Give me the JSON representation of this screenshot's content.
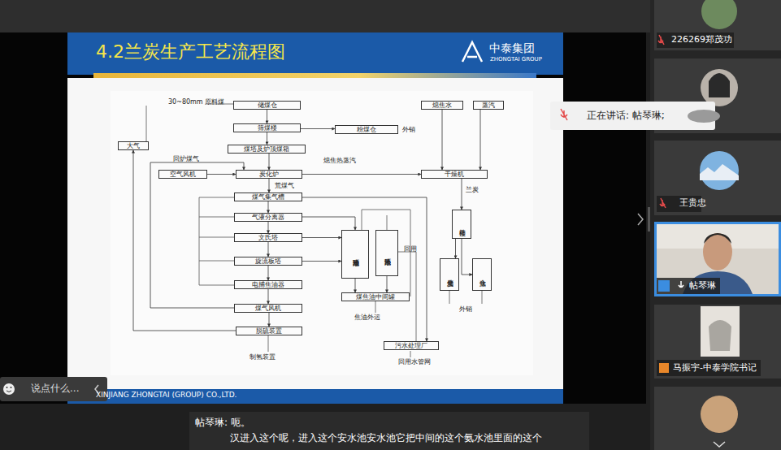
{
  "diagram": {
    "title": "4.2兰炭生产工艺流程图",
    "nodes": [
      {
        "text": [
          "储煤仓"
        ]
      },
      {
        "text": [
          "筛煤楼"
        ]
      },
      {
        "text": [
          "粉煤仓"
        ]
      },
      {
        "text": [
          "煤塔及炉顶煤箱"
        ]
      },
      {
        "text": [
          "大气"
        ]
      },
      {
        "text": [
          "熄焦水"
        ]
      },
      {
        "text": [
          "蒸汽"
        ]
      },
      {
        "text": [
          "空气风机"
        ]
      },
      {
        "text": [
          "炭化炉"
        ]
      },
      {
        "text": [
          "干燥机"
        ]
      },
      {
        "text": [
          "煤气集气槽"
        ]
      },
      {
        "text": [
          "气液分离器"
        ]
      },
      {
        "text": [
          "文氏塔"
        ]
      },
      {
        "text": [
          "冷却循环水池"
        ]
      },
      {
        "text": [
          "热循环水池"
        ]
      },
      {
        "text": [
          "筛焦楼"
        ]
      },
      {
        "text": [
          "旋流板塔"
        ]
      },
      {
        "text": [
          "电捕焦油器"
        ]
      },
      {
        "text": [
          "煤焦油中间罐"
        ]
      },
      {
        "text": [
          "兰炭储仓"
        ]
      },
      {
        "text": [
          "沫焦仓"
        ]
      },
      {
        "text": [
          "煤气风机"
        ]
      },
      {
        "text": [
          "脱硫装置"
        ]
      },
      {
        "text": [
          "污水处理厂"
        ]
      }
    ],
    "edges": [
      {
        "from": 0,
        "to": 1,
        "arrow": "to"
      },
      {
        "from": 1,
        "to": 2,
        "arrow": "to"
      },
      {
        "from": 1,
        "to": 3,
        "arrow": "to"
      },
      {
        "from": 3,
        "to": 8,
        "arrow": "to"
      },
      {
        "from": 7,
        "to": 8,
        "arrow": "to"
      },
      {
        "from": 8,
        "to": 9,
        "label": "熄焦热蒸汽",
        "arrow": "to"
      },
      {
        "from": 5,
        "to": 9,
        "arrow": "to"
      },
      {
        "from": 6,
        "to": 9,
        "arrow": "to"
      },
      {
        "from": 8,
        "to": 10,
        "label": "荒煤气",
        "arrow": "to"
      },
      {
        "from": 9,
        "to": 15,
        "label": "兰炭",
        "arrow": "to"
      },
      {
        "from": 15,
        "to": 19,
        "arrow": "to"
      },
      {
        "from": 15,
        "to": 20,
        "arrow": "to"
      },
      {
        "from": 10,
        "to": 11,
        "arrow": "to"
      },
      {
        "from": 11,
        "to": 12,
        "arrow": "to"
      },
      {
        "from": 12,
        "to": 16,
        "arrow": "to"
      },
      {
        "from": 16,
        "to": 17,
        "arrow": "to"
      },
      {
        "from": 17,
        "to": 21,
        "arrow": "to"
      },
      {
        "from": 21,
        "to": 22,
        "arrow": "to"
      },
      {
        "from": 11,
        "to": 13,
        "arrow": "to"
      },
      {
        "from": 12,
        "to": 13,
        "arrow": "to"
      },
      {
        "from": 16,
        "to": 13,
        "arrow": "to"
      },
      {
        "from": 13,
        "to": 18,
        "arrow": "to"
      },
      {
        "from": 14,
        "to": 18,
        "arrow": "to"
      },
      {
        "from": 21,
        "to": 8,
        "arrow": "to"
      },
      {
        "from": 22,
        "to": 4,
        "arrow": "to"
      },
      {
        "from": 10,
        "to": 23,
        "arrow": "to"
      }
    ],
    "labels": [
      "30~80mm 原料煤",
      "外销",
      "回炉煤气",
      "回用",
      "焦油外运",
      "回用水管网",
      "外销",
      "制氢装置",
      "中泰集团",
      "ZHONGTAI GROUP",
      "XINJIANG ZHONGTAI (GROUP) CO.,LTD.",
      "226269郑茂功",
      "王贵忠",
      "帖琴琳",
      "马振宇-中泰学院书记",
      "正在讲话: 帖琴琳;",
      "说点什么...",
      "帖琴琳: 呃。",
      "汉进入这个呢，进入这个安水池安水池它把中间的这个氨水池里面的这个"
    ]
  }
}
